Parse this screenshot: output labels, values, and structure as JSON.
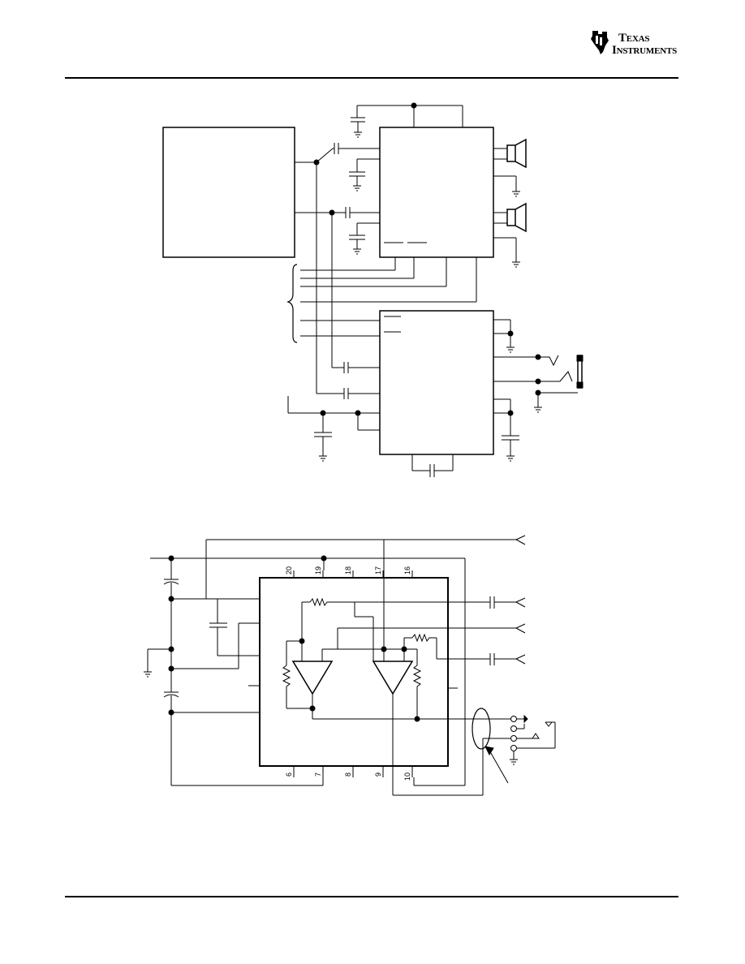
{
  "header": {
    "logo": {
      "icon": "ti-logo-icon",
      "line1": "Texas",
      "line2": "Instruments"
    }
  },
  "diagram_top": {
    "description_free": true
  },
  "diagram_bottom": {
    "pins_top": [
      "20",
      "19",
      "18",
      "17",
      "16"
    ],
    "pins_bottom": [
      "6",
      "7",
      "8",
      "9",
      "10"
    ]
  }
}
